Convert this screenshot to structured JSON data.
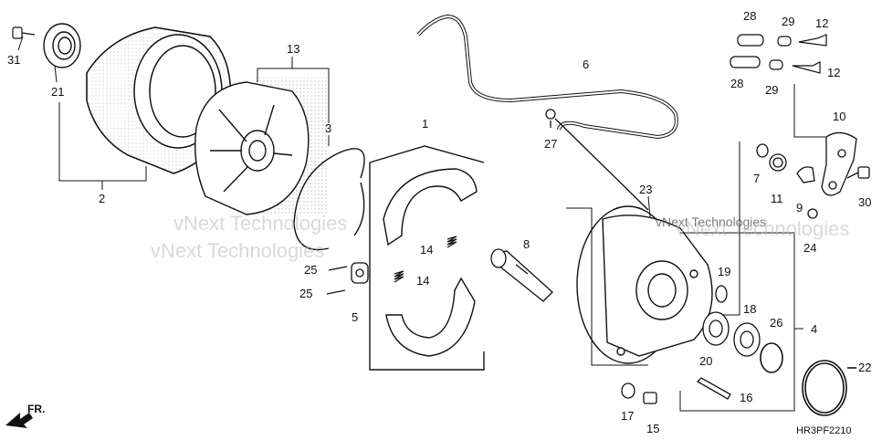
{
  "diagram": {
    "code": "HR3PF2210",
    "direction_label": "FR.",
    "watermarks": [
      "vNext Technologies",
      "vNext Technologies",
      "vNext Technologies",
      "vNext Technologies"
    ],
    "callouts": [
      "1",
      "2",
      "3",
      "4",
      "5",
      "6",
      "7",
      "8",
      "9",
      "10",
      "11",
      "12",
      "12",
      "13",
      "14",
      "14",
      "15",
      "16",
      "17",
      "18",
      "19",
      "20",
      "21",
      "22",
      "23",
      "24",
      "25",
      "25",
      "26",
      "27",
      "28",
      "28",
      "29",
      "29",
      "30",
      "31"
    ]
  }
}
